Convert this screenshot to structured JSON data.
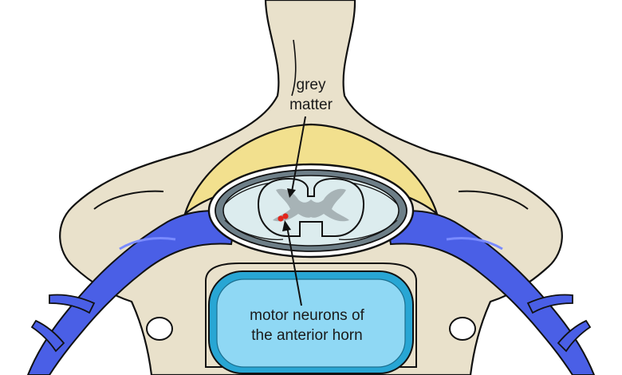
{
  "labels": {
    "grey_matter": {
      "line1": "grey",
      "line2": "matter"
    },
    "motor_neurons": {
      "line1": "motor neurons of",
      "line2": "the anterior horn"
    }
  },
  "colors": {
    "bone": "#e9e1cb",
    "ligament": "#f2e08e",
    "vessels": "#4a5fe6",
    "vessel_highlight": "#7a8bff",
    "disc_outer": "#28a6d4",
    "disc_inner": "#8fd8f4",
    "cord_white_matter": "#dcecee",
    "grey_matter": "#a7b3b6",
    "meninges": "#6e7f88",
    "neurons": "#e3261c",
    "outline": "#111111"
  },
  "icons": [
    "motor-neuron-dots",
    "pointer-arrow"
  ]
}
